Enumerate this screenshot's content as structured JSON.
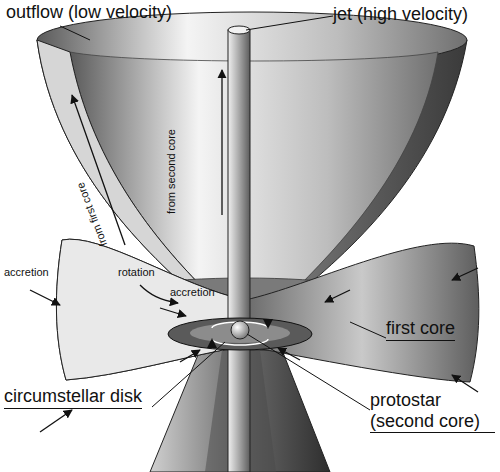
{
  "diagram": {
    "labels": [
      "outflow (low velocity)",
      "jet (high velocity)",
      "from first core",
      "from second core",
      "accretion",
      "rotation",
      "accretion",
      "first core",
      "circumstellar disk",
      "protostar (second core)"
    ]
  }
}
